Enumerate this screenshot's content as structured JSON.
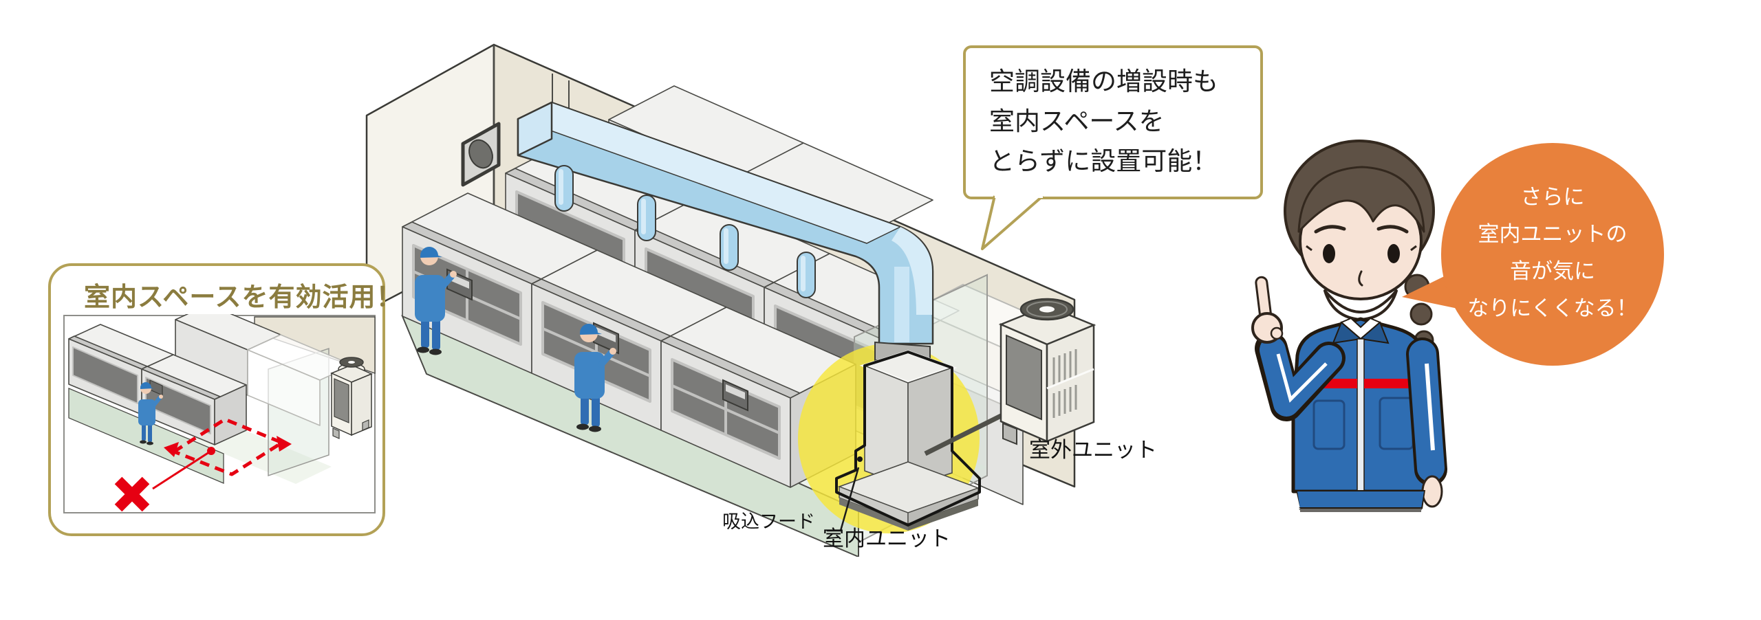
{
  "inset": {
    "title": "室内スペースを有効活用！",
    "icons": [
      "red-dashed-area",
      "red-x-icon",
      "factory-machines",
      "worker-figure",
      "outdoor-unit-small"
    ]
  },
  "callout_top": {
    "line1": "空調設備の増設時も",
    "line2": "室内スペースを",
    "line3": "とらずに設置可能！"
  },
  "callout_orange": {
    "line1": "さらに",
    "line2": "室内ユニットの",
    "line3": "音が気に",
    "line4": "なりにくくなる！"
  },
  "labels": {
    "suction_hood": "吸込フード",
    "indoor_unit": "室内ユニット",
    "outdoor_unit": "室外ユニット"
  },
  "icons": {
    "vent_fan": "vent-fan-icon",
    "yellow_highlight": "highlight-ellipse",
    "pointing_woman": "pointing-woman-illustration"
  },
  "colors": {
    "gold": "#b3a156",
    "gold-text": "#8b7c3f",
    "orange": "#e8813c",
    "yellow": "#f6e73b",
    "red": "#e60012",
    "worker-blue": "#3f85c5",
    "worker-blue-dk": "#2f6db3",
    "jacket-blue": "#2e6db2",
    "hair": "#5e5145",
    "skin": "#f7e3d6",
    "skin2": "#f0cdb4",
    "pants": "#6b6966",
    "wall": "#eae5d7",
    "wall-light": "#f5f3ec",
    "floor": "#d5e3d3",
    "duct": "#a7d2e9",
    "duct-light": "#dceef9",
    "mach-top": "#f1f1ef",
    "mach-front": "#e4e4e2",
    "mach-side": "#d3d3d1",
    "band": "#c9c9c7",
    "win": "#7b7b79",
    "winframe": "#c2c2c0",
    "panel": "#6a6a68",
    "cream": "#f4f2ea",
    "pipe": "#50504a",
    "outline": "#3a3a36",
    "ink": "#161614"
  }
}
